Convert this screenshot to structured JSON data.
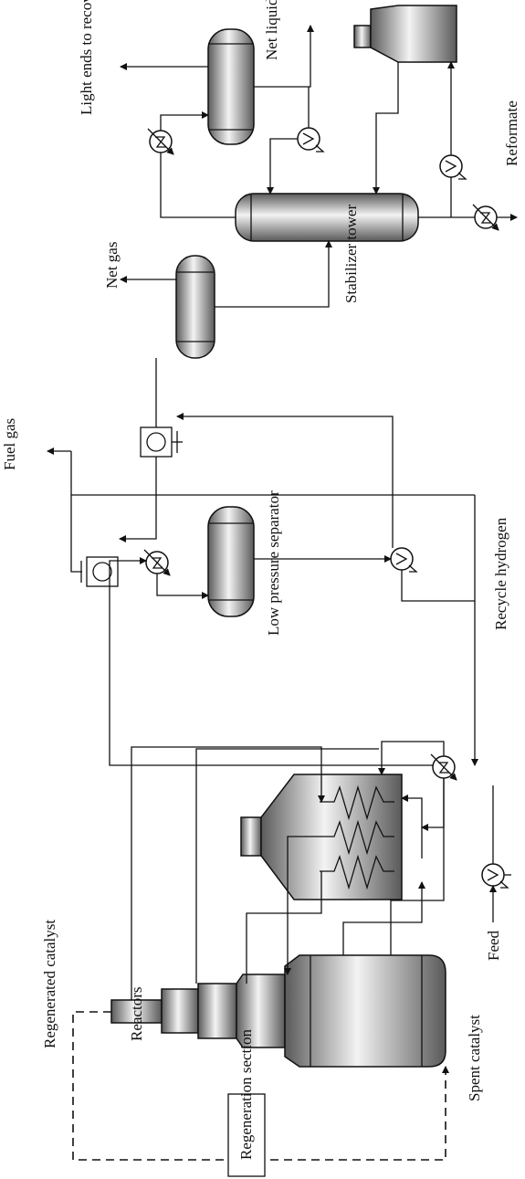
{
  "labels": {
    "light_ends": "Light ends to recovery",
    "net_liquid": "Net liquid",
    "reformate": "Reformate",
    "net_gas": "Net gas",
    "stabilizer_tower": "Stabilizer tower",
    "fuel_gas": "Fuel gas",
    "recycle_hydrogen": "Recycle hydrogen",
    "low_pressure_separator": "Low pressure separator",
    "regenerated_catalyst": "Regenerated catalyst",
    "reactors": "Reactors",
    "regeneration_section": "Regeneration section",
    "spent_catalyst": "Spent catalyst",
    "feed": "Feed"
  },
  "colors": {
    "line": "#111111",
    "vessel_dark": "#5e5e5e",
    "vessel_light": "#f2f2f2"
  }
}
